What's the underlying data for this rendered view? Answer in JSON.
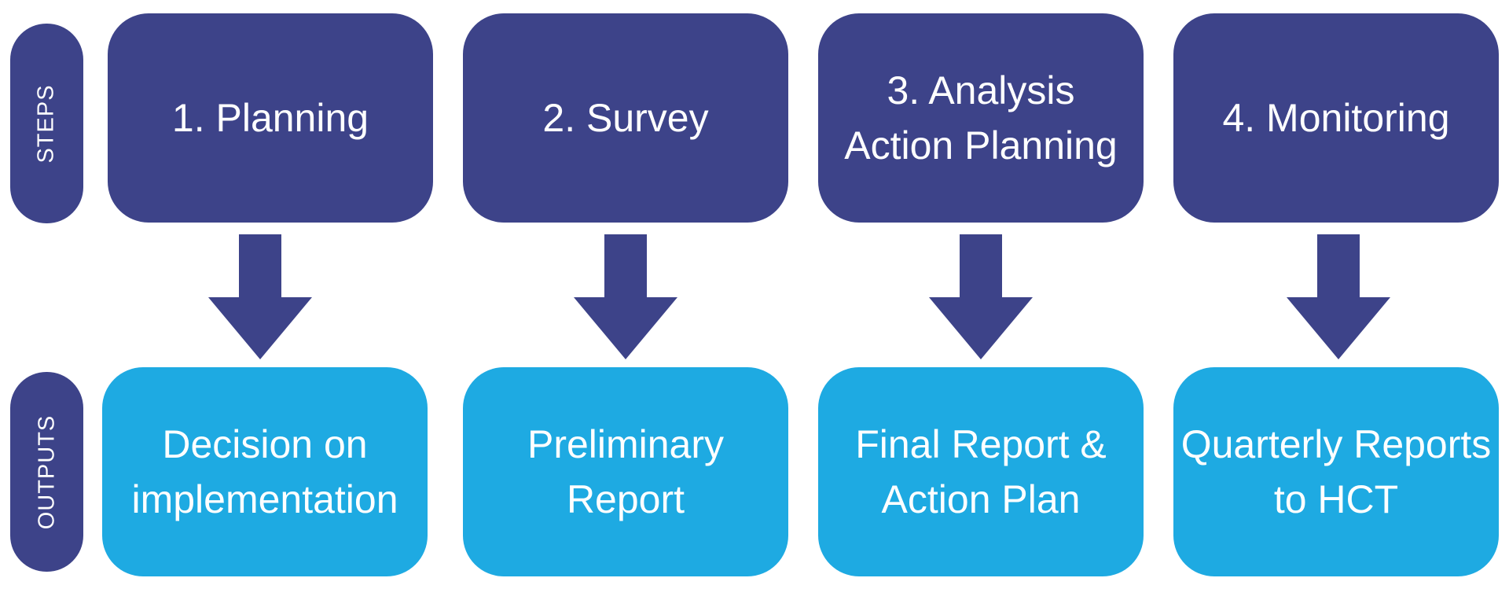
{
  "colors": {
    "step": "#3d4389",
    "output": "#1eaae2",
    "arrow": "#3d4389",
    "text": "#ffffff"
  },
  "labels": {
    "steps": "STEPS",
    "outputs": "OUTPUTS"
  },
  "steps": [
    {
      "label": "1. Planning"
    },
    {
      "label": "2. Survey"
    },
    {
      "label": "3. Analysis\nAction Planning"
    },
    {
      "label": "4. Monitoring"
    }
  ],
  "outputs": [
    {
      "label": "Decision on\nimplementation"
    },
    {
      "label": "Preliminary\nReport"
    },
    {
      "label": "Final Report &\nAction Plan"
    },
    {
      "label": "Quarterly Reports\nto HCT"
    }
  ]
}
